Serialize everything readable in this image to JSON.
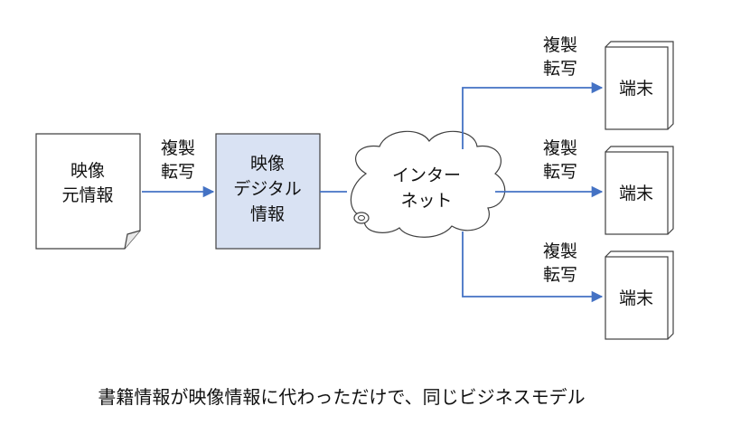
{
  "diagram": {
    "source_doc": {
      "line1": "映像",
      "line2": "元情報"
    },
    "copy_label_left": {
      "line1": "複製",
      "line2": "転写"
    },
    "digital_box": {
      "line1": "映像",
      "line2": "デジタル",
      "line3": "情報"
    },
    "cloud": {
      "line1": "インター",
      "line2": "ネット"
    },
    "branches": [
      {
        "copy_line1": "複製",
        "copy_line2": "転写",
        "terminal": "端末"
      },
      {
        "copy_line1": "複製",
        "copy_line2": "転写",
        "terminal": "端末"
      },
      {
        "copy_line1": "複製",
        "copy_line2": "転写",
        "terminal": "端末"
      }
    ],
    "caption": "書籍情報が映像情報に代わっただけで、同じビジネスモデル"
  },
  "colors": {
    "arrow": "#4472c4",
    "digital_fill": "#d9e2f3",
    "stroke": "#404040"
  }
}
